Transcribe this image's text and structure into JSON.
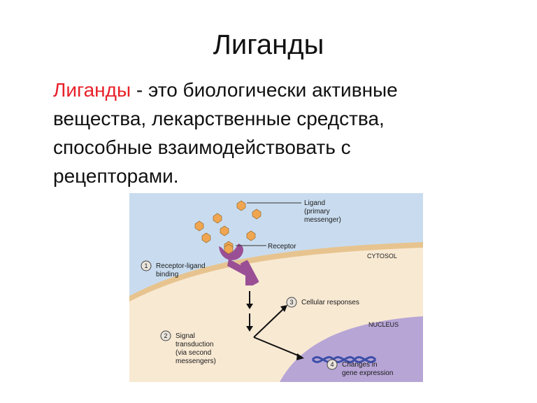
{
  "slide": {
    "title": "Лиганды",
    "definition": {
      "term": "Лиганды",
      "dash": " - ",
      "line1_rest": " это биологически активные",
      "line2": "вещества, лекарственные средства,",
      "line3": "способные взаимодействовать с",
      "line4": "рецепторами."
    }
  },
  "figure": {
    "ligand_label": [
      "Ligand",
      "(primary",
      "messenger)"
    ],
    "receptor_label": "Receptor",
    "cytosol_label": "CYTOSOL",
    "nucleus_label": "NUCLEUS",
    "steps": [
      {
        "num": "1",
        "lines": [
          "Receptor-ligand",
          "binding"
        ]
      },
      {
        "num": "2",
        "lines": [
          "Signal",
          "transduction",
          "(via second",
          "messengers)"
        ]
      },
      {
        "num": "3",
        "lines": [
          "Cellular responses"
        ]
      },
      {
        "num": "4",
        "lines": [
          "Changes in",
          "gene expression"
        ]
      }
    ],
    "colors": {
      "extracellular": "#c9dcef",
      "membrane": "#e7c48f",
      "cytosol": "#f8e9d3",
      "nucleus": "#b7a5d6",
      "ligand": "#f0a651",
      "receptor": "#9a4f95",
      "dna": "#3d4fa8"
    }
  }
}
